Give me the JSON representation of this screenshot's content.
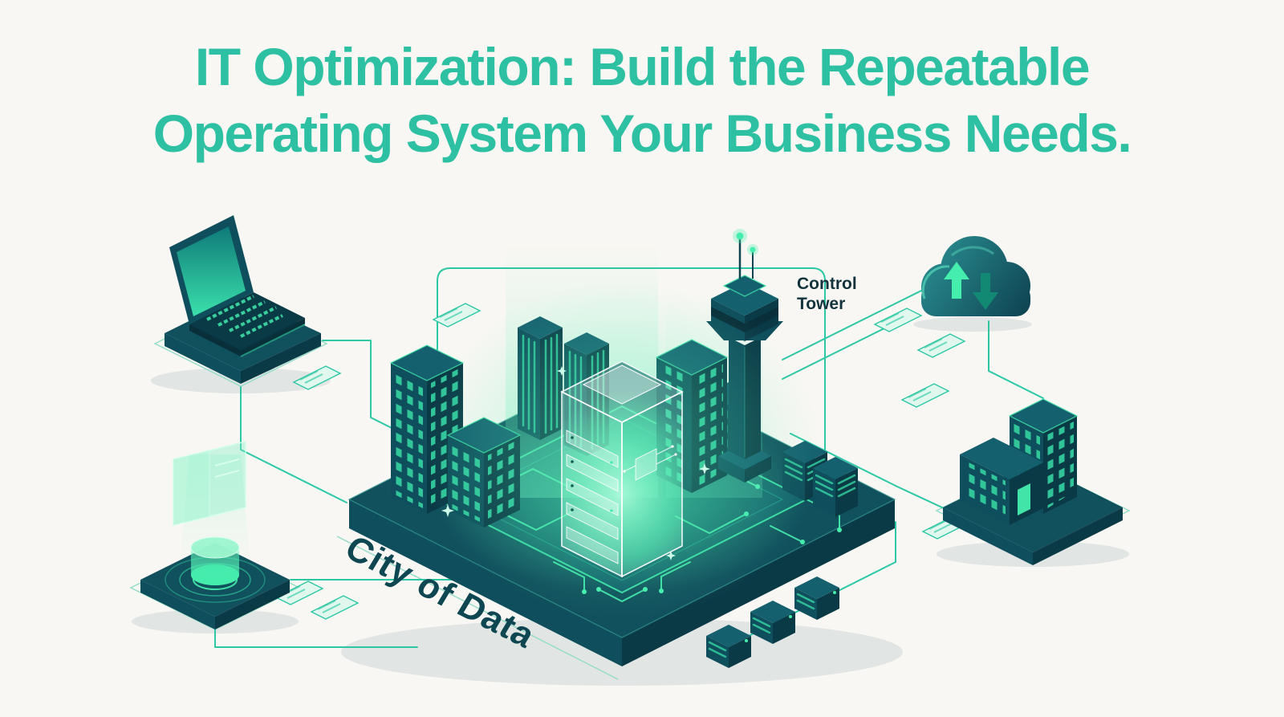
{
  "colors": {
    "background": "#f9f7f3",
    "heading_green": "#2dc0a3",
    "platform_teal": "#11505d",
    "top_face": "#15606f",
    "face_light": "#0f4e5c",
    "face_dark": "#0b3a47",
    "deep_teal": "#092f3a",
    "board_teal": "#135e69",
    "glow_green": "#3fe8a8",
    "bright_green": "#46eead",
    "window_green": "#35d6a2",
    "line_teal": "#2cc7a4",
    "echo_teal": "#96dcc9",
    "card_fill": "#e0f8ee",
    "label_dark": "#12333d",
    "city_text": "#0e4752"
  },
  "heading": {
    "line1": "IT Optimization: Build the Repeatable",
    "line2": "Operating System Your Business Needs."
  },
  "labels": {
    "control_tower": "Control Tower",
    "city_of_data": "City of Data"
  },
  "scene_elements": [
    "laptop",
    "hologram-projector",
    "data-city-platform",
    "circuit-board",
    "server-tower",
    "control-tower",
    "cloud-sync",
    "office-building",
    "edge-server-boxes",
    "data-cards",
    "network-lines"
  ]
}
